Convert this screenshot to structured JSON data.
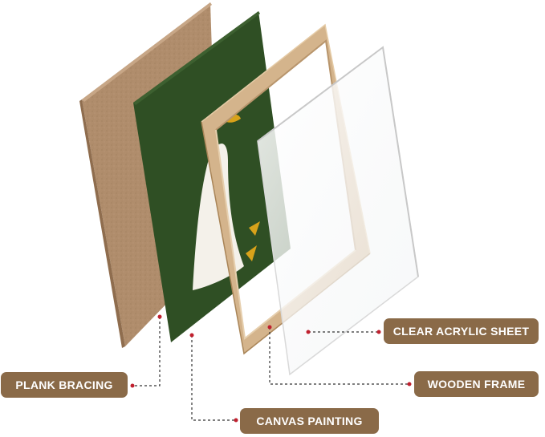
{
  "diagram": {
    "layers": [
      {
        "id": "plank",
        "label": "PLANK BRACING"
      },
      {
        "id": "canvas",
        "label": "CANVAS PAINTING"
      },
      {
        "id": "frame",
        "label": "WOODEN FRAME"
      },
      {
        "id": "acrylic",
        "label": "CLEAR ACRYLIC SHEET"
      }
    ],
    "colors": {
      "label_bg": "#8a6a48",
      "label_text": "#ffffff",
      "plank": "#b08d6c",
      "canvas": "#2f4f24",
      "frame_wood": "#d4b48c",
      "acrylic_edge": "#d9d9d9",
      "leader_line": "#333333",
      "leader_dot": "#c0202e"
    }
  }
}
